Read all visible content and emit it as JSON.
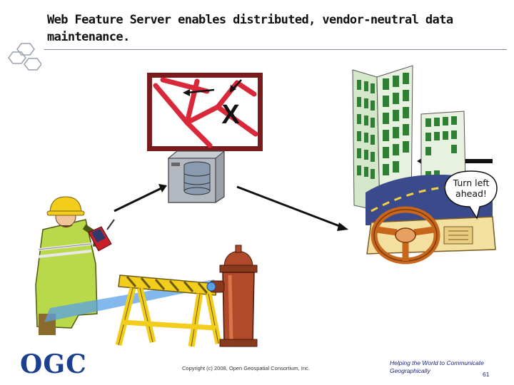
{
  "slide": {
    "title": "Web Feature Server enables distributed, vendor-neutral data maintenance.",
    "map_mark": "X",
    "speech_bubble": {
      "line1": "Turn left",
      "line2": "ahead!"
    },
    "footer": {
      "logo": "OGC",
      "copyright": "Copyright (c) 2008, Open Geospatial Consortium, Inc.",
      "tagline": "Helping the World to Communicate Geographically",
      "page_number": "61"
    }
  },
  "icons": [
    "hexagon-cluster-icon",
    "map-display-icon",
    "server-icon",
    "field-worker-icon",
    "handheld-device-icon",
    "sawhorse-barrier-icon",
    "fire-hydrant-icon",
    "city-buildings-icon",
    "steering-wheel-icon",
    "speech-bubble-icon",
    "arrow-icon"
  ],
  "colors": {
    "title_rule": "#8a8a9a",
    "map_frame": "#7a1c1c",
    "road_red": "#d8283a",
    "building_green": "#2f7f35",
    "logo_blue": "#1d3f8f",
    "tagline_blue": "#1a237e"
  }
}
